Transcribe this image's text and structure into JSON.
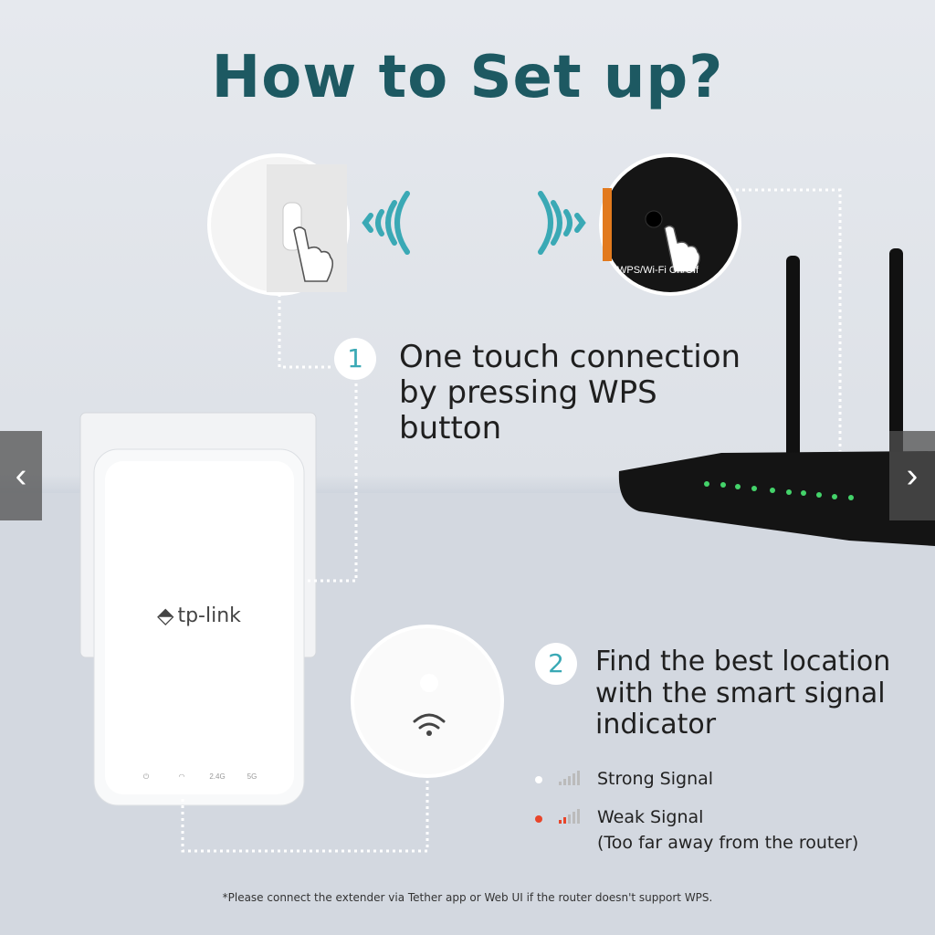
{
  "title": "How to Set up?",
  "step1": {
    "number": "1",
    "lines": [
      "One touch connection",
      "by pressing WPS",
      "button"
    ]
  },
  "step2": {
    "number": "2",
    "lines": [
      "Find the best location",
      "with the smart signal",
      "indicator"
    ]
  },
  "router_button_label": "WPS/Wi-Fi On/Off",
  "brand": "tp-link",
  "extender_leds": [
    "⏻",
    "wifi",
    "2.4G",
    "5G"
  ],
  "signals": {
    "strong": "Strong Signal",
    "weak": "Weak Signal",
    "weak_note": "(Too far away from the router)"
  },
  "footnote": "*Please connect the extender via Tether app or Web UI   if the router doesn't support WPS.",
  "nav": {
    "prev": "‹",
    "next": "›"
  },
  "colors": {
    "title": "#1d5962",
    "accent": "#3aa9b5",
    "weak_dot": "#e8452a",
    "led": "#44d36a"
  }
}
